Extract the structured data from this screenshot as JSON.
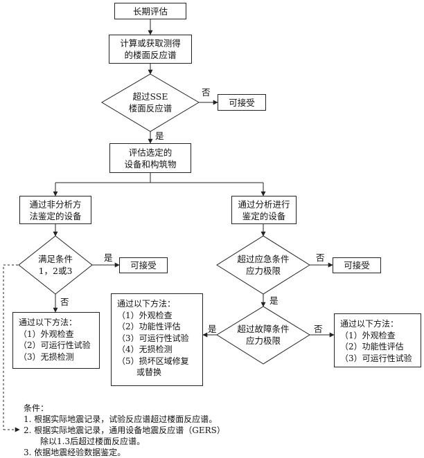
{
  "nodes": {
    "start": "长期评估",
    "compute": [
      "计算或获取测得",
      "的楼面反应谱"
    ],
    "d_sse": [
      "超过SSE",
      "楼面反应谱"
    ],
    "accept1": "可接受",
    "evaluate": [
      "评估选定的",
      "设备和构筑物"
    ],
    "nonanalysis": [
      "通过非分析方",
      "法鉴定的设备"
    ],
    "analysis": [
      "通过分析进行",
      "鉴定的设备"
    ],
    "d_conditions": [
      "满足条件",
      "1，2或3"
    ],
    "accept2": "可接受",
    "d_emergency": [
      "超过应急条件",
      "应力极限"
    ],
    "accept3": "可接受",
    "d_fault": [
      "超过故障条件",
      "应力极限"
    ]
  },
  "labels": {
    "no": "否",
    "yes": "是"
  },
  "lists": {
    "left": {
      "title": "通过以下方法：",
      "items": [
        "（1）外观检查",
        "（2）可运行性试验",
        "（3）无损检测"
      ]
    },
    "middle": {
      "title": "通过以下方法：",
      "items": [
        "（1）外观检查",
        "（2）功能性评估",
        "（3）可运行性试验",
        "（4）无损检测",
        "（5）损坏区域修复",
        "或替换"
      ]
    },
    "right": {
      "title": "通过以下方法：",
      "items": [
        "（1）外观检查",
        "（2）功能性评估",
        "（3）可运行性试验"
      ]
    }
  },
  "notes": {
    "title": "条件：",
    "items": [
      "1. 根据实际地震记录，试验反应谱超过楼面反应谱。",
      "2. 根据实际地震记录，通用设备地震反应谱（GERS）",
      "除以1.3后超过楼面反应谱。",
      "3. 依据地震经验数据鉴定。"
    ]
  },
  "colors": {
    "line": "#222222",
    "background": "#ffffff"
  }
}
